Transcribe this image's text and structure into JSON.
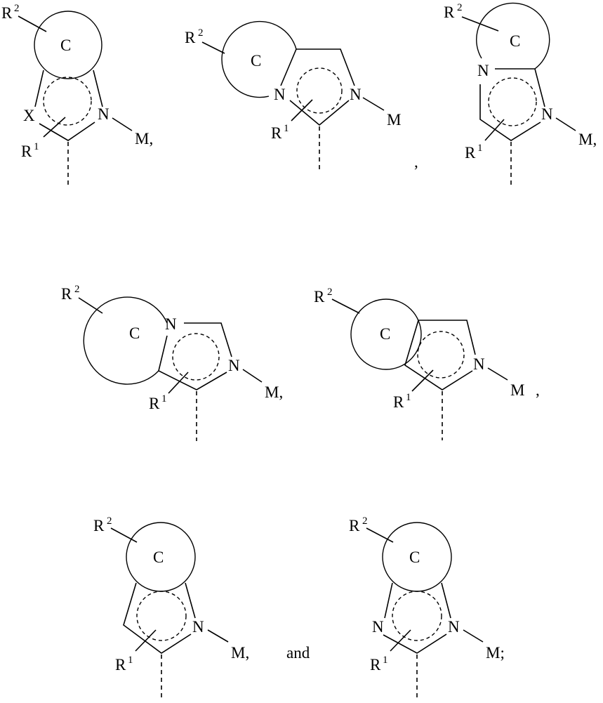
{
  "structures": [
    {
      "id": "s1",
      "labels": {
        "r2": "R",
        "r2_sup": "2",
        "ring": "C",
        "x": "X",
        "n": "N",
        "m": "M,",
        "r1": "R",
        "r1_sup": "1"
      }
    },
    {
      "id": "s2",
      "labels": {
        "r2": "R",
        "r2_sup": "2",
        "ring": "C",
        "n1": "N",
        "n2": "N",
        "m": "M",
        "r1": "R",
        "r1_sup": "1",
        "comma": ","
      }
    },
    {
      "id": "s3",
      "labels": {
        "r2": "R",
        "r2_sup": "2",
        "ring": "C",
        "n1": "N",
        "n2": "N",
        "m": "M,",
        "r1": "R",
        "r1_sup": "1"
      }
    },
    {
      "id": "s4",
      "labels": {
        "r2": "R",
        "r2_sup": "2",
        "ring": "C",
        "n1": "N",
        "n2": "N",
        "m": "M,",
        "r1": "R",
        "r1_sup": "1"
      }
    },
    {
      "id": "s5",
      "labels": {
        "r2": "R",
        "r2_sup": "2",
        "ring": "C",
        "n": "N",
        "m": "M",
        "comma": ",",
        "r1": "R",
        "r1_sup": "1"
      }
    },
    {
      "id": "s6",
      "labels": {
        "r2": "R",
        "r2_sup": "2",
        "ring": "C",
        "n": "N",
        "m": "M,",
        "r1": "R",
        "r1_sup": "1"
      }
    },
    {
      "id": "s7",
      "labels": {
        "r2": "R",
        "r2_sup": "2",
        "ring": "C",
        "n1": "N",
        "n2": "N",
        "m": "M;",
        "r1": "R",
        "r1_sup": "1"
      }
    }
  ],
  "conjunction": "and"
}
